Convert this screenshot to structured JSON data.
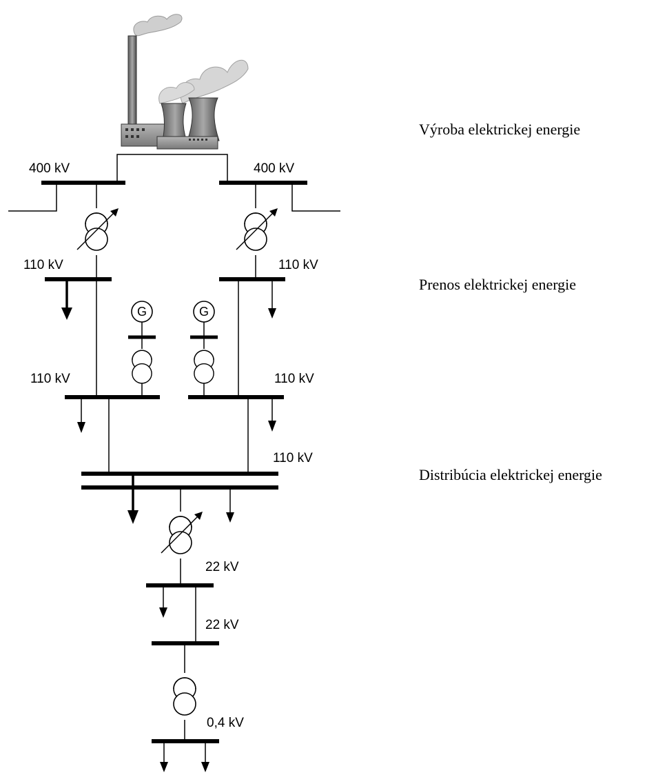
{
  "sections": {
    "generation": "Výroba elektrickej energie",
    "transmission": "Prenos elektrickej energie",
    "distribution": "Distribúcia elektrickej energie"
  },
  "voltages": {
    "v400_left": "400 kV",
    "v400_right": "400 kV",
    "v110_upper_left": "110 kV",
    "v110_upper_right": "110 kV",
    "v110_mid_left": "110 kV",
    "v110_mid_right": "110 kV",
    "v110_dist": "110 kV",
    "v22_upper": "22 kV",
    "v22_lower": "22 kV",
    "v04": "0,4 kV"
  },
  "generators": {
    "left": "G",
    "right": "G"
  },
  "colors": {
    "line": "#000000",
    "plant_building": "#8c8c8c",
    "plant_tower": "#6f6f6f",
    "smoke": "#c8c8c8"
  },
  "icons": {
    "plant": "power-plant-icon",
    "transformer": "transformer-icon",
    "regulating_transformer": "regulating-transformer-icon",
    "load": "load-arrow-icon",
    "generator": "generator-icon"
  }
}
